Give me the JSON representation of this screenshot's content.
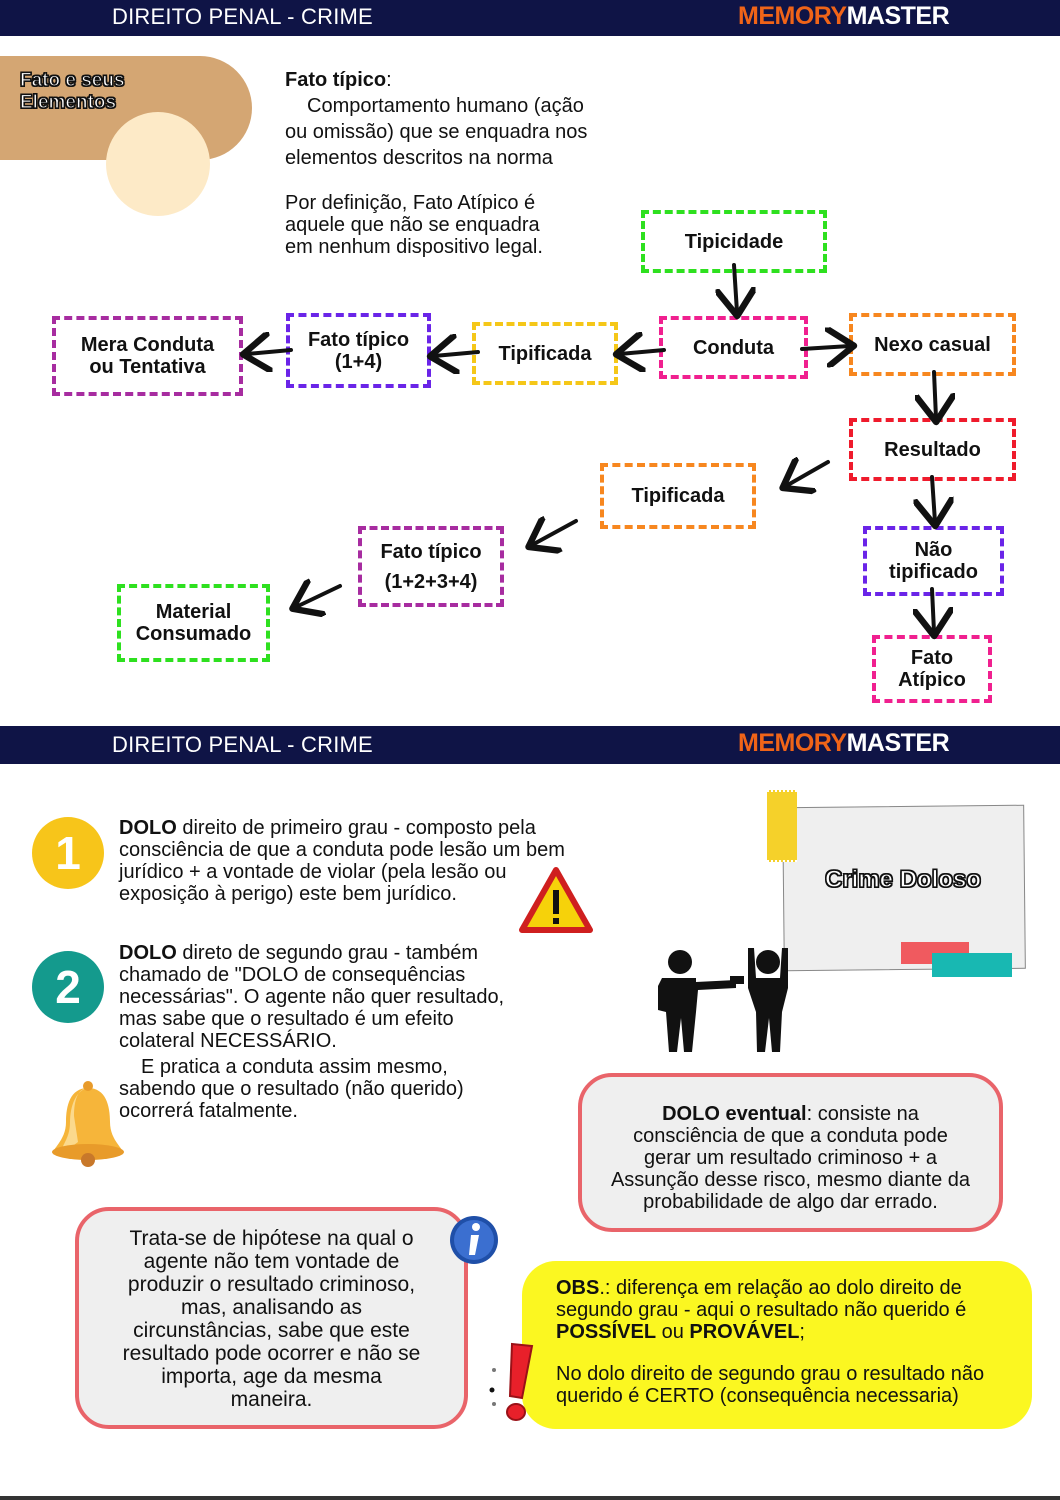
{
  "header": {
    "title": "DIREITO PENAL - CRIME",
    "logo_part1": "MEMORY",
    "logo_part2": "MASTER"
  },
  "section1": {
    "tag": [
      "Fato e seus",
      "Elementos"
    ],
    "fato_tipico_heading": "Fato típico",
    "fato_tipico_lines": [
      "Comportamento humano (ação",
      "ou omissão) que se enquadra nos",
      "elementos descritos na norma"
    ],
    "atipico_lines": [
      "Por definição, Fato Atípico é",
      "aquele que não se enquadra",
      "em nenhum dispositivo legal."
    ],
    "flow": {
      "tipicidade": "Tipicidade",
      "conduta": "Conduta",
      "tipificada_top": "Tipificada",
      "fato_tipico_14": [
        "Fato típico",
        "(1+4)"
      ],
      "mera_conduta": [
        "Mera Conduta",
        "ou Tentativa"
      ],
      "nexo_causal": "Nexo casual",
      "resultado": "Resultado",
      "tipificada_mid": "Tipificada",
      "fato_tipico_1234": [
        "Fato típico",
        "(1+2+3+4)"
      ],
      "material": [
        "Material",
        "Consumado"
      ],
      "nao_tipificado": [
        "Não",
        "tipificado"
      ],
      "fato_atipico": [
        "Fato",
        "Atípico"
      ]
    },
    "colors": {
      "green": "#2ee01f",
      "pink": "#f0208f",
      "yellow": "#f5c718",
      "purple": "#6a24e8",
      "magenta": "#a72ca0",
      "orange": "#f7871f",
      "red": "#ef1b2c"
    }
  },
  "section2": {
    "item1": {
      "number": "1",
      "bold": "DOLO",
      "lines": [
        " direito de primeiro grau - composto pela",
        "consciência de que a conduta pode lesão um bem",
        "jurídico + a vontade de violar (pela lesão ou",
        "exposição à perigo) este bem jurídico."
      ]
    },
    "item2": {
      "number": "2",
      "bold": "DOLO",
      "lines": [
        " direto de segundo grau - também",
        "chamado de \"DOLO de consequências",
        "necessárias\". O agente não quer resultado,",
        "mas sabe que o resultado é um efeito",
        "colateral NECESSÁRIO."
      ],
      "extra_lines": [
        "E pratica a conduta assim mesmo,",
        "sabendo que o resultado (não querido)",
        "ocorrerá fatalmente."
      ]
    },
    "card_label": "Crime Doloso",
    "eventual": {
      "bold": "DOLO eventual",
      "lines": [
        ": consiste na",
        "consciência de que a conduta pode",
        "gerar um resultado criminoso + a",
        "Assunção desse risco, mesmo diante da",
        "probabilidade de algo dar errado."
      ]
    },
    "hipotese_lines": [
      "Trata-se de hipótese na qual o",
      "agente não tem vontade de",
      "produzir o resultado criminoso,",
      "mas, analisando as",
      "circunstâncias, sabe que este",
      "resultado pode ocorrer e não se",
      "importa, age da mesma",
      "maneira."
    ],
    "obs": {
      "bold1": "OBS",
      "line1": ".: diferença em relação ao dolo direito de",
      "line2": "segundo grau - aqui o resultado não querido é",
      "bold2": "POSSÍVEL",
      "mid": " ou ",
      "bold3": "PROVÁVEL",
      "end": ";",
      "line4": "No dolo direito de segundo grau o resultado não",
      "line5": "querido é CERTO (consequência necessaria)"
    },
    "colors": {
      "num1": "#f7c51a",
      "num2": "#149a8d",
      "bubble_border": "#e9646a",
      "obs_bg": "#fbf721"
    }
  }
}
